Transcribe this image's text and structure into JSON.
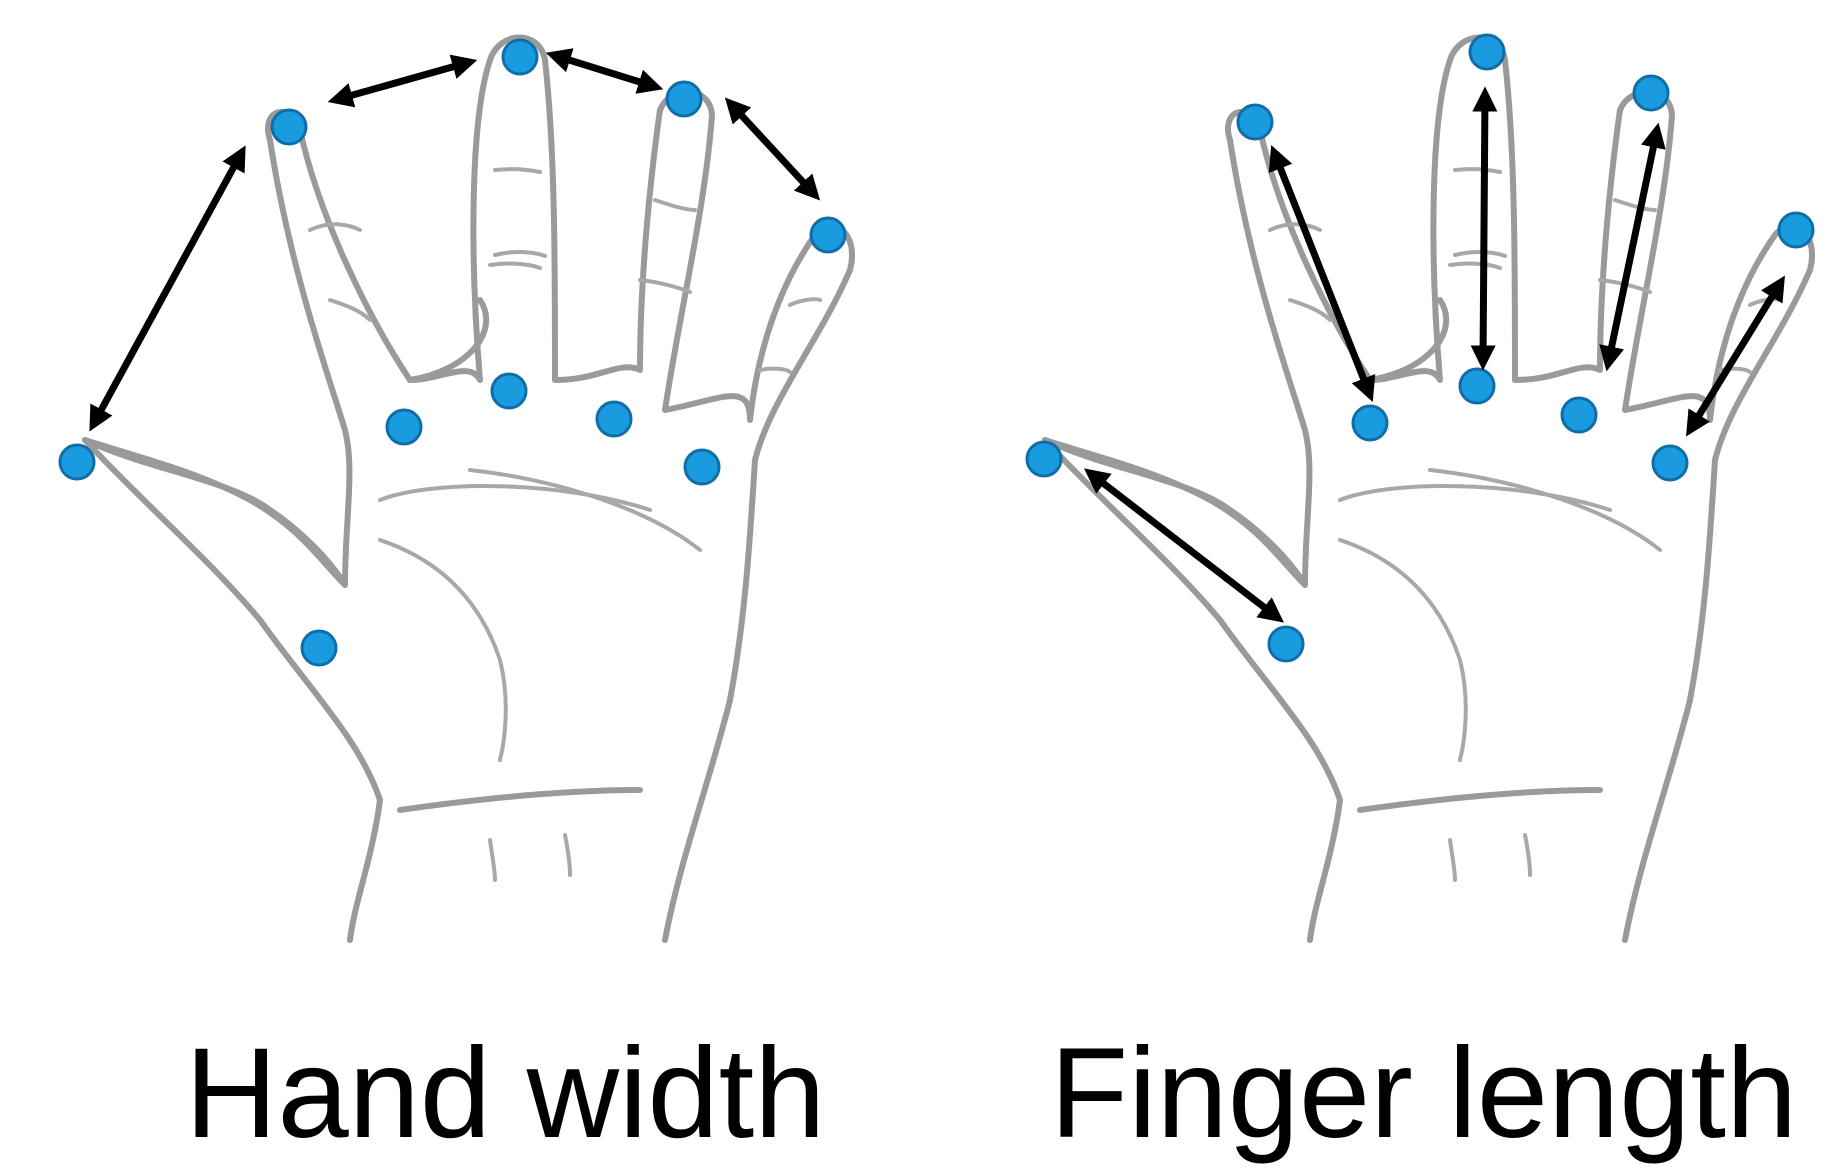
{
  "figure": {
    "panels": [
      {
        "id": "hand-width",
        "caption": "Hand width",
        "measurement": "distance between adjacent fingertips"
      },
      {
        "id": "finger-length",
        "caption": "Finger length",
        "measurement": "fingertip to finger base"
      }
    ],
    "keypoint_color": "#1a9be0",
    "arrow_color": "#000000",
    "sketch_color": "#9a9a9a"
  }
}
